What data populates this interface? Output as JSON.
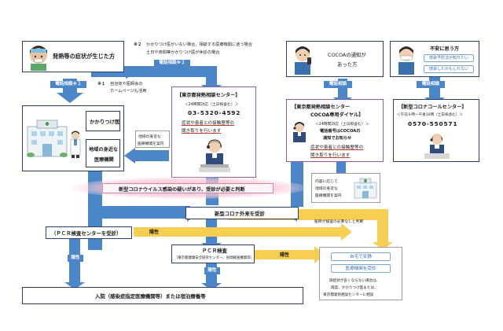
{
  "left_header": {
    "title": "発熱等の症状が生じた方"
  },
  "note2": {
    "mark": "※２",
    "line1": "かかりつけ医がいない場合、相談する医療機関に迷う場合",
    "line2": "土日や夜間等かかりつけ医が休診の場合"
  },
  "note1": {
    "mark": "※１",
    "line1": "自治体や医師会の",
    "line2": "ホームページも活用"
  },
  "phone_label_1": "電話相談※１",
  "phone_label_2": "電話相談※２",
  "phone_label_3": "電話相談",
  "phone_label_4": "電話相談",
  "tokyo_center": {
    "title": "【東京都発熱相談センター】",
    "hours": "＜24時間対応（土日祝含む）＞",
    "phone": "03-5320-4592",
    "line1": "症状や患者との接触歴等の",
    "line2": "聞き取りを行います"
  },
  "clinic": {
    "label1": "かかりつけ医",
    "label2a": "地域の身近な",
    "label2b": "医療機関"
  },
  "introduce": {
    "line1": "地域の身近な",
    "line2": "医療機関を案内"
  },
  "cocoa_person": {
    "line1": "COCOAの通知が",
    "line2": "あった方"
  },
  "cocoa_center": {
    "title1": "【東京都発熱相談センター",
    "title2": "COCOA専用ダイヤル】",
    "hours": "＜24時間対応（土日祝含む）＞",
    "note1": "電話番号はCOCOAの",
    "note2": "通知でお知らせ",
    "line1": "症状や患者との接触歴等の",
    "line2": "聞き取りを行います"
  },
  "cocoa_side": {
    "line1": "内容に応じて",
    "line2": "地域の身近な",
    "line3": "医療機関を案内"
  },
  "anxious": {
    "title": "不安に思う方",
    "chip1": "感染予防法が知りたい",
    "chip2": "感染したかもしれない"
  },
  "call_center": {
    "title": "【新型コロナコールセンター】",
    "hours": "＜午前９時～午後10時（土日祝含む）＞",
    "phone": "0570-550571"
  },
  "banner": "新型コロナウイルス感染の疑いがあり、受診が必要と判断",
  "outpatient": "新型コロナ外来を受診",
  "doctor_judge": "医師が検査の必要なしと判断",
  "pcr_center": "（ＰＣＲ検査センターを受診）",
  "positive_1": "陽性",
  "positive_2": "陽性",
  "positive_3": "陽性",
  "positive_4": "陽性",
  "pcr_test": {
    "title": "ＰＣＲ検査",
    "sub": "（東京都健康安全研究センター、民間検査機関等）"
  },
  "home": {
    "stay": "自宅で安静",
    "visit": "医療機関を受診"
  },
  "worsen": {
    "line1": "御症状が良くならない場合は、",
    "line2": "再度、かかりつけ医または、",
    "line3": "東京都発熱相談センターに相談"
  },
  "hospital": "入院（感染症指定医療機関等）または宿泊療養等"
}
